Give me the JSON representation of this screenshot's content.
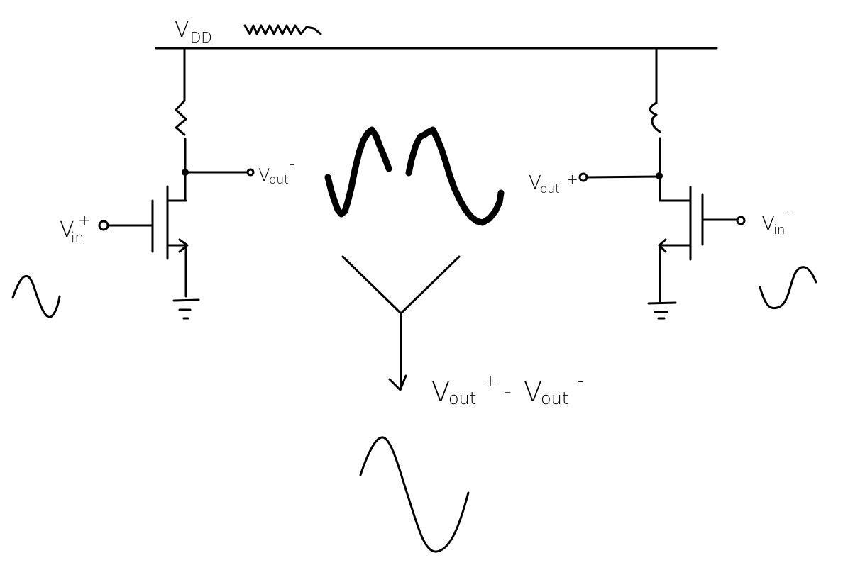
{
  "labels": {
    "vdd_main": "V",
    "vdd_sub": "DD",
    "vout_minus_main": "V",
    "vout_minus_sub": "out",
    "vout_minus_sup": "-",
    "vout_plus_main": "V",
    "vout_plus_sub": "out",
    "vout_plus_sup": "+",
    "vin_plus_main": "V",
    "vin_plus_sub": "in",
    "vin_plus_sup": "+",
    "vin_minus_main": "V",
    "vin_minus_sub": "in",
    "vin_minus_sup": "-",
    "diff_a_main": "V",
    "diff_a_sub": "out",
    "diff_a_sup": "+",
    "diff_op": "-",
    "diff_b_main": "V",
    "diff_b_sub": "out",
    "diff_b_sup": "-"
  },
  "colors": {
    "ink": "#000000",
    "background": "#ffffff"
  }
}
